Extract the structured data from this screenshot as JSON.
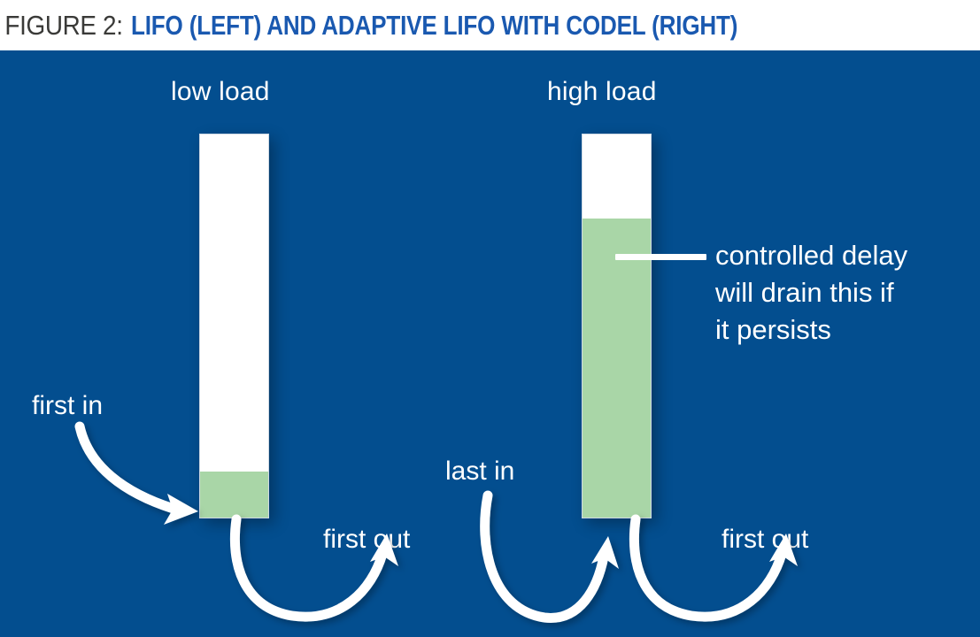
{
  "caption": {
    "prefix": "FIGURE 2:",
    "main": "LIFO (LEFT) AND ADAPTIVE LIFO WITH CODEL (RIGHT)",
    "prefix_color": "#3a3a38",
    "main_color": "#1a59b0"
  },
  "panel": {
    "background_color": "#034e8f"
  },
  "diagram": {
    "left_scenario": {
      "title": "low load",
      "queue": {
        "empty_color": "#ffffff",
        "fill_color": "#a9d6a7",
        "fill_percent": 12
      },
      "inbound_label": "first in",
      "outbound_label": "first out"
    },
    "right_scenario": {
      "title": "high load",
      "queue": {
        "empty_color": "#ffffff",
        "fill_color": "#a9d6a7",
        "fill_percent": 78
      },
      "inbound_label": "last in",
      "outbound_label": "first out",
      "annotation": {
        "line1": "controlled delay",
        "line2": "will drain this if",
        "line3": "it persists"
      }
    }
  }
}
